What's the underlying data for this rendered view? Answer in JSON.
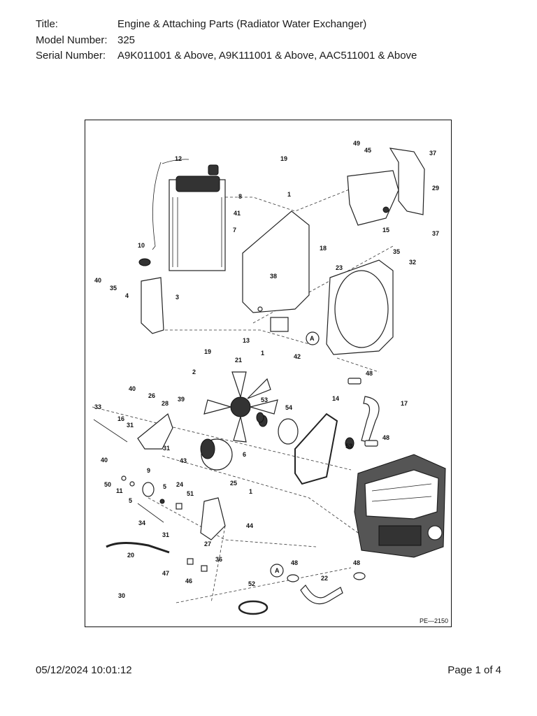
{
  "header": {
    "title_label": "Title:",
    "title_value": "Engine & Attaching Parts (Radiator Water Exchanger)",
    "model_label": "Model Number:",
    "model_value": "325",
    "serial_label": "Serial Number:",
    "serial_value": "A9K011001 & Above, A9K111001 & Above, AAC511001 & Above"
  },
  "diagram": {
    "figure_id": "PE—2150",
    "callouts": {
      "c49": "49",
      "c45": "45",
      "c37a": "37",
      "c12": "12",
      "c19a": "19",
      "c8": "8",
      "c1a": "1",
      "c41": "41",
      "c7": "7",
      "c29": "29",
      "c15": "15",
      "c37b": "37",
      "c10": "10",
      "c18": "18",
      "c35a": "35",
      "c32": "32",
      "c38": "38",
      "c23": "23",
      "c40a": "40",
      "c35b": "35",
      "c4": "4",
      "c3": "3",
      "c13": "13",
      "c1b": "1",
      "c42": "42",
      "cA1": "A",
      "c19b": "19",
      "c21": "21",
      "c2": "2",
      "c48a": "48",
      "c40b": "40",
      "c26": "26",
      "c28": "28",
      "c39": "39",
      "c53a": "53",
      "c54": "54",
      "c14": "14",
      "c17": "17",
      "c33": "33",
      "c16": "16",
      "c31a": "31",
      "c48b": "48",
      "c31b": "31",
      "c43": "43",
      "c6": "6",
      "c53b": "53",
      "c40c": "40",
      "c9": "9",
      "c25": "25",
      "c50": "50",
      "c11": "11",
      "c5a": "5",
      "c24": "24",
      "c1c": "1",
      "c5b": "5",
      "c51": "51",
      "c34": "34",
      "c31c": "31",
      "c44": "44",
      "c27": "27",
      "c20": "20",
      "c36": "36",
      "c47": "47",
      "c46": "46",
      "cA2": "A",
      "c48c": "48",
      "c22": "22",
      "c48d": "48",
      "c30": "30",
      "c52": "52"
    }
  },
  "footer": {
    "datetime": "05/12/2024 10:01:12",
    "page": "Page 1 of 4"
  }
}
